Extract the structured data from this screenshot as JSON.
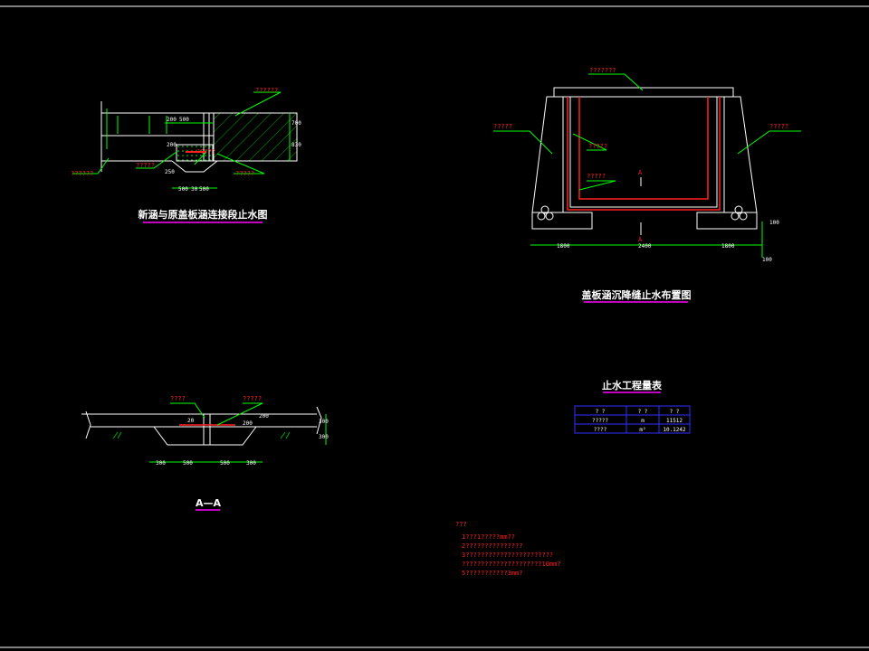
{
  "colors": {
    "background": "#000000",
    "line": "#ffffff",
    "leader": "#00ff00",
    "label": "#ff2020",
    "title_underline": "#ff00ff",
    "table_border": "#3030ff",
    "hatch": "#00aa00"
  },
  "drawing1": {
    "title": "新涵与原盖板涵连接段止水图",
    "labels": [
      "??????",
      "?????",
      "?????",
      "?????",
      "??????"
    ],
    "dims": [
      "200",
      "500",
      "500",
      "30",
      "500",
      "200",
      "250",
      "700",
      "830"
    ]
  },
  "drawing2": {
    "title": "盖板涵沉降缝止水布置图",
    "labels": [
      "???????",
      "?????",
      "?????",
      "?????",
      "?????"
    ],
    "section_mark": "A",
    "dims": [
      "1800",
      "2400",
      "1800",
      "100",
      "100"
    ]
  },
  "drawing3": {
    "title": "A—A",
    "labels": [
      "????",
      "?????"
    ],
    "dims": [
      "20",
      "200",
      "300",
      "300",
      "500",
      "500",
      "300",
      "300",
      "200"
    ]
  },
  "table": {
    "title": "止水工程量表",
    "headers": [
      "?  ?",
      "? ?",
      "? ?"
    ],
    "rows": [
      [
        "?????",
        "m",
        "11512"
      ],
      [
        "????",
        "m²",
        "10.1242"
      ]
    ]
  },
  "notes": {
    "heading": "???",
    "lines": [
      "1???1?????mm??",
      "2???????????????",
      "3???????????????????????",
      "?????????????????????10mm?",
      "5???????????3mm?"
    ]
  }
}
